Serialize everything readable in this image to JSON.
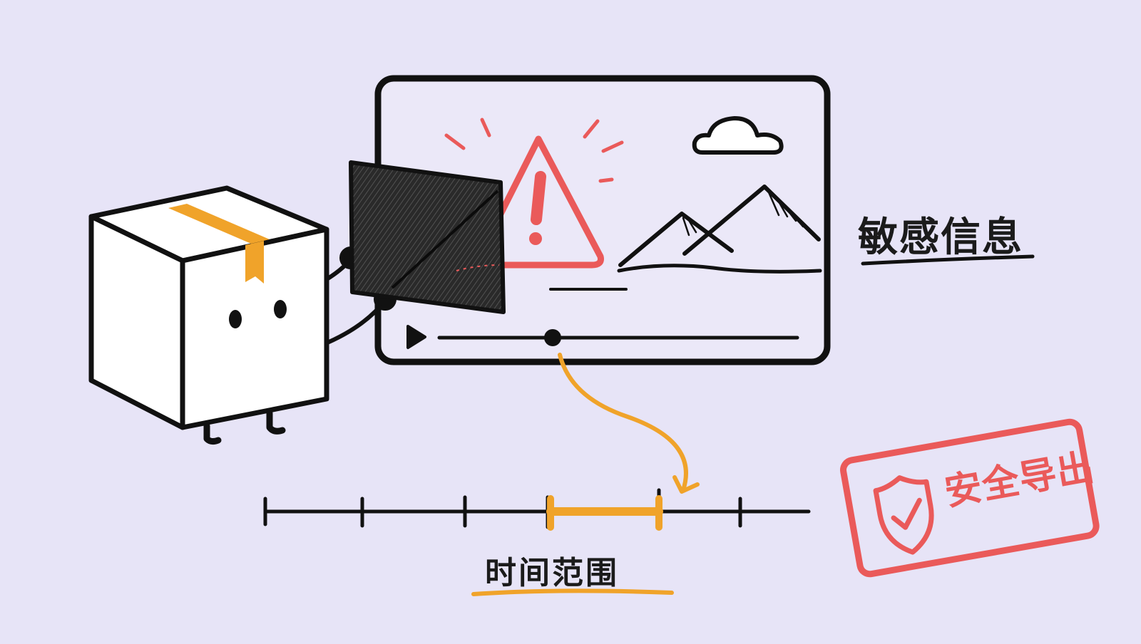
{
  "labels": {
    "sensitive_info": "敏感信息",
    "time_range": "时间范围",
    "safe_export": "安全导出"
  },
  "icons": [
    "box-character-icon",
    "blur-filter-panel-icon",
    "video-player-icon",
    "warning-triangle-icon",
    "cloud-icon",
    "mountains-icon",
    "play-icon",
    "shield-check-icon"
  ],
  "colors": {
    "background": "#e7e4f7",
    "ink": "#111111",
    "accent_orange": "#f0a32a",
    "alert_red": "#ea5a5a"
  }
}
